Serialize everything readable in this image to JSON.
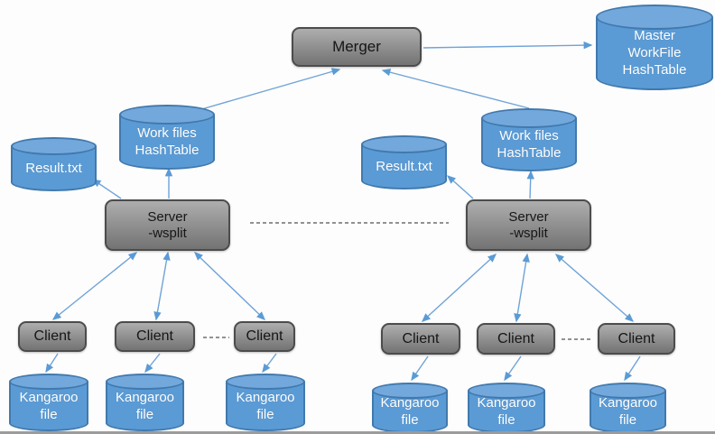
{
  "diagram": {
    "colors": {
      "cylinder_fill": "#5b9bd5",
      "cylinder_top_face": "#73a8dc",
      "cylinder_border": "#4179ad",
      "cylinder_text": "#ffffff",
      "box_fill": "#8d8d8d",
      "box_border": "#4c4c4c",
      "box_text": "#161616",
      "arrow": "#6fa3d8",
      "dashed_line": "#6e6e6e"
    },
    "merger": {
      "label": "Merger"
    },
    "master_hashtable": {
      "line1": "Master",
      "line2": "WorkFile",
      "line3": "HashTable"
    },
    "left_cluster": {
      "workfiles": {
        "line1": "Work files",
        "line2": "HashTable"
      },
      "result": {
        "label": "Result.txt"
      },
      "server": {
        "line1": "Server",
        "line2": "-wsplit"
      },
      "clients": [
        {
          "label": "Client"
        },
        {
          "label": "Client"
        },
        {
          "label": "Client"
        }
      ],
      "files": [
        {
          "line1": "Kangaroo",
          "line2": "file"
        },
        {
          "line1": "Kangaroo",
          "line2": "file"
        },
        {
          "line1": "Kangaroo",
          "line2": "file"
        }
      ]
    },
    "right_cluster": {
      "workfiles": {
        "line1": "Work files",
        "line2": "HashTable"
      },
      "result": {
        "label": "Result.txt"
      },
      "server": {
        "line1": "Server",
        "line2": "-wsplit"
      },
      "clients": [
        {
          "label": "Client"
        },
        {
          "label": "Client"
        },
        {
          "label": "Client"
        }
      ],
      "files": [
        {
          "line1": "Kangaroo",
          "line2": "file"
        },
        {
          "line1": "Kangaroo",
          "line2": "file"
        },
        {
          "line1": "Kangaroo",
          "line2": "file"
        }
      ]
    }
  }
}
